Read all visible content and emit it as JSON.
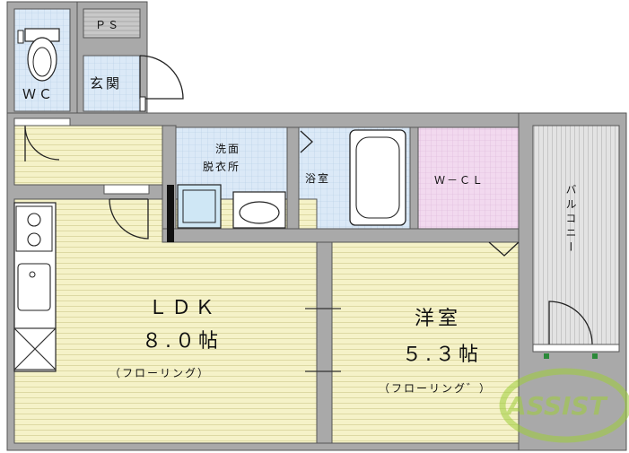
{
  "rooms": {
    "wc": "ＷＣ",
    "ps": "ＰＳ",
    "genkan": "玄関",
    "senmen_line1": "洗面",
    "senmen_line2": "脱衣所",
    "yokushitsu": "浴室",
    "wcl": "Ｗ－ＣＬ",
    "balcony": "バルコニー",
    "ldk_name": "ＬＤＫ",
    "ldk_size": "８.０帖",
    "ldk_floor": "（フローリング）",
    "yoshitsu_name": "洋室",
    "yoshitsu_size": "５.３帖",
    "yoshitsu_floor": "（フローリング゛）"
  },
  "watermark": "ASSIST",
  "colors": {
    "floor_yellow": "#f5f2c8",
    "wet_blue": "#dbe9f7",
    "closet_pink": "#f2d9ef",
    "wall_gray": "#a9a9a9",
    "watermark_green": "#9fcf3a"
  }
}
